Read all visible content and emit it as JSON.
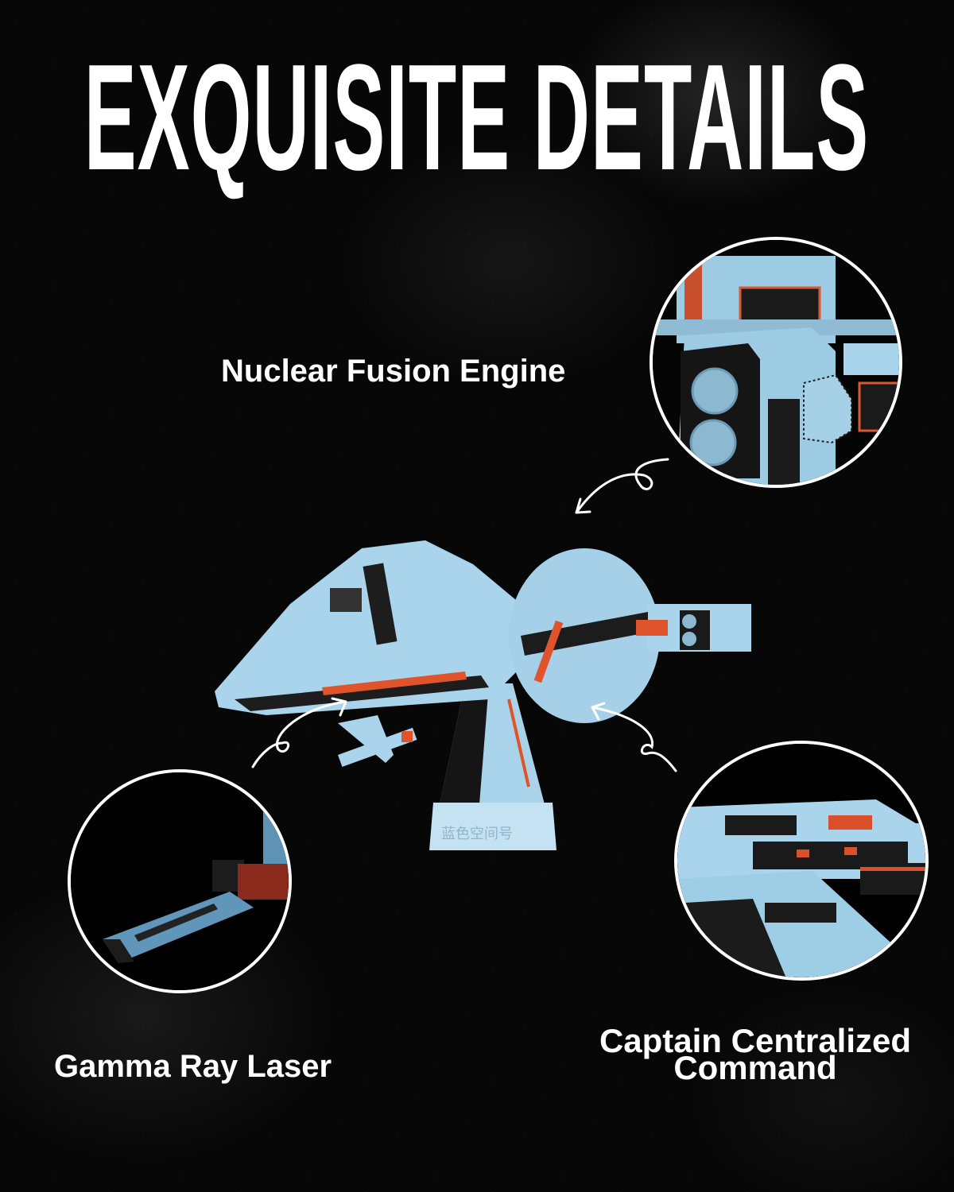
{
  "headline": "EXQUISITE DETAILS",
  "features": [
    {
      "label": "Nuclear Fusion Engine",
      "position": "top-right"
    },
    {
      "label": "Gamma Ray Laser",
      "position": "bottom-left"
    },
    {
      "label_line1": "Captain Centralized",
      "label_line2": "Command",
      "position": "bottom-right"
    }
  ],
  "stand_inscription": "蓝色空间号",
  "colors": {
    "background": "#070707",
    "text": "#ffffff",
    "hull_blue": "#a9d4ec",
    "accent_orange": "#e0542b",
    "dark_panel": "#1b1b1b"
  }
}
